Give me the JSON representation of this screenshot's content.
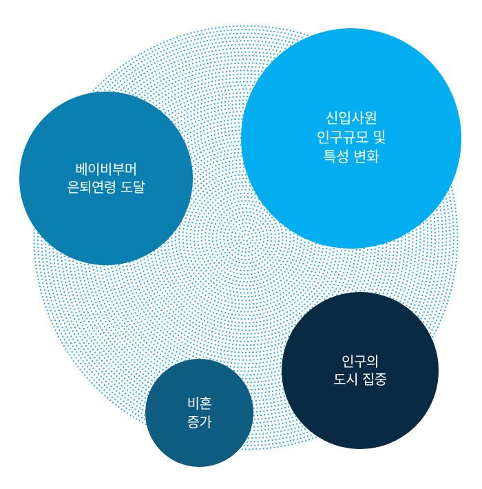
{
  "colors": {
    "dots": "#2AA8E0",
    "babyboomer": "#0B80B0",
    "newhire": "#02AEEF",
    "urban": "#092A43",
    "unmarried": "#0E5C80"
  },
  "bubbles": {
    "babyboomer": {
      "line1": "베이비부머",
      "line2": "은퇴연령 도달"
    },
    "newhire": {
      "line1": "신입사원",
      "line2": "인구규모 및",
      "line3": "특성 변화"
    },
    "urban": {
      "line1": "인구의",
      "line2": "도시 집중"
    },
    "unmarried": {
      "line1": "비혼",
      "line2": "증가"
    }
  }
}
